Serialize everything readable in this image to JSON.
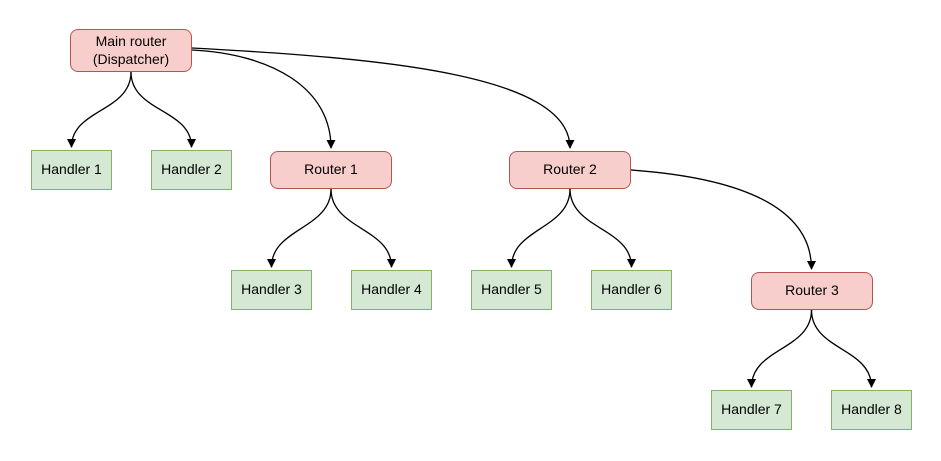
{
  "diagram": {
    "kind": "router-handler-tree",
    "colors": {
      "router_fill": "#f8cecc",
      "router_border": "#b85450",
      "handler_fill": "#d5e8d4",
      "handler_border": "#82b366",
      "edge": "#000000",
      "background": "#ffffff",
      "text": "#000000"
    },
    "nodes": {
      "main": {
        "label": "Main router\n(Dispatcher)",
        "kind": "router"
      },
      "router1": {
        "label": "Router 1",
        "kind": "router"
      },
      "router2": {
        "label": "Router 2",
        "kind": "router"
      },
      "router3": {
        "label": "Router 3",
        "kind": "router"
      },
      "handler1": {
        "label": "Handler 1",
        "kind": "handler"
      },
      "handler2": {
        "label": "Handler 2",
        "kind": "handler"
      },
      "handler3": {
        "label": "Handler 3",
        "kind": "handler"
      },
      "handler4": {
        "label": "Handler 4",
        "kind": "handler"
      },
      "handler5": {
        "label": "Handler 5",
        "kind": "handler"
      },
      "handler6": {
        "label": "Handler 6",
        "kind": "handler"
      },
      "handler7": {
        "label": "Handler 7",
        "kind": "handler"
      },
      "handler8": {
        "label": "Handler 8",
        "kind": "handler"
      }
    },
    "edges": [
      {
        "from": "main",
        "to": "handler1"
      },
      {
        "from": "main",
        "to": "handler2"
      },
      {
        "from": "main",
        "to": "router1"
      },
      {
        "from": "main",
        "to": "router2"
      },
      {
        "from": "router1",
        "to": "handler3"
      },
      {
        "from": "router1",
        "to": "handler4"
      },
      {
        "from": "router2",
        "to": "handler5"
      },
      {
        "from": "router2",
        "to": "handler6"
      },
      {
        "from": "router2",
        "to": "router3"
      },
      {
        "from": "router3",
        "to": "handler7"
      },
      {
        "from": "router3",
        "to": "handler8"
      }
    ]
  }
}
